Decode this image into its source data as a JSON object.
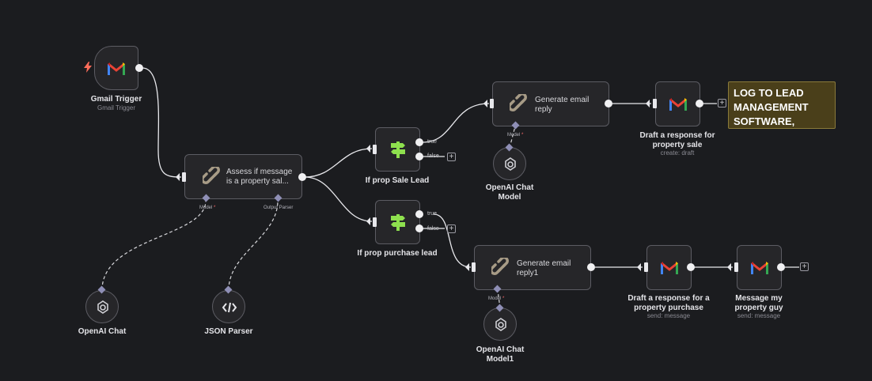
{
  "colors": {
    "canvas": "#1b1c1f",
    "node_bg": "#262629",
    "node_border": "#5c5c63",
    "wire": "#e8e8ec",
    "if_icon": "#8ee04e",
    "required": "#ff6d6d",
    "sticky_bg": "#4a3f1a",
    "trigger_bolt": "#ff6d5a"
  },
  "nodes": {
    "gmail_trigger": {
      "label": "Gmail Trigger",
      "sublabel": "Gmail Trigger",
      "icon": "gmail-icon"
    },
    "assess": {
      "text": "Assess if message is a property sal...",
      "icon": "chain-link-icon",
      "port_model": "Model",
      "port_parser": "Output Parser"
    },
    "if_sale": {
      "label": "If prop Sale Lead",
      "icon": "signpost-icon",
      "true_label": "true",
      "false_label": "false"
    },
    "if_purchase": {
      "label": "If prop purchase lead",
      "icon": "signpost-icon",
      "true_label": "true",
      "false_label": "false"
    },
    "gen_reply": {
      "text": "Generate email reply",
      "icon": "chain-link-icon",
      "port_model": "Model"
    },
    "gen_reply1": {
      "text": "Generate email reply1",
      "icon": "chain-link-icon",
      "port_model": "Model"
    },
    "draft_sale": {
      "label": "Draft a response for property sale",
      "sublabel": "create: draft",
      "icon": "gmail-icon"
    },
    "draft_purchase": {
      "label": "Draft a response for a property purchase",
      "sublabel": "send: message",
      "icon": "gmail-icon"
    },
    "message_guy": {
      "label": "Message my property guy",
      "sublabel": "send: message",
      "icon": "gmail-icon"
    },
    "openai_chat": {
      "label": "OpenAI Chat",
      "icon": "openai-icon"
    },
    "json_parser": {
      "label": "JSON Parser",
      "icon": "code-icon"
    },
    "openai_chat_model": {
      "label": "OpenAI Chat Model",
      "icon": "openai-icon"
    },
    "openai_chat_model1": {
      "label": "OpenAI Chat Model1",
      "icon": "openai-icon"
    }
  },
  "sticky_note": {
    "text": "LOG TO LEAD MANAGEMENT SOFTWARE,"
  },
  "plus_symbol": "+"
}
